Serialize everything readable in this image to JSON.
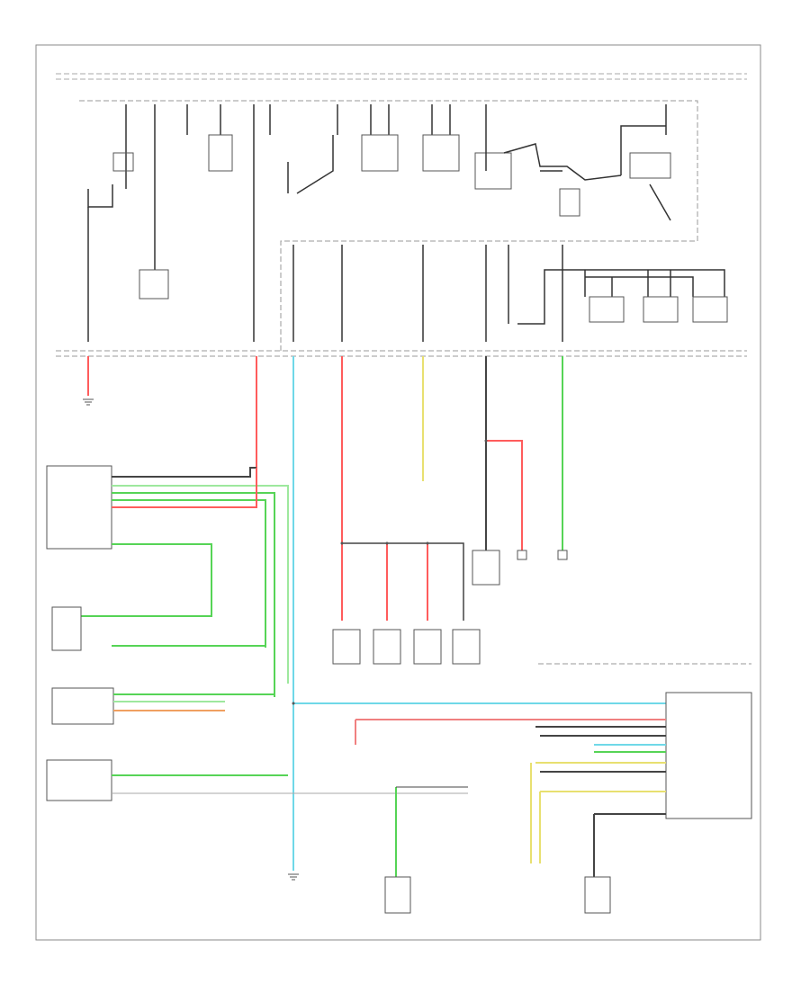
{
  "diagram": {
    "header_text": "",
    "footer_id": "",
    "colors": {
      "frame": "#888888",
      "dash": "#999999",
      "black": "#222222",
      "red": "#ff5c5c",
      "green": "#56d456",
      "lightgreen": "#9ee89e",
      "cyan": "#6fd8e8",
      "yellow": "#e8e070",
      "orange": "#f0a060",
      "pink": "#f08080",
      "gray": "#aaaaaa"
    },
    "icons": [
      "ground-symbol",
      "fuse-symbol",
      "relay-symbol",
      "connector-symbol"
    ]
  }
}
